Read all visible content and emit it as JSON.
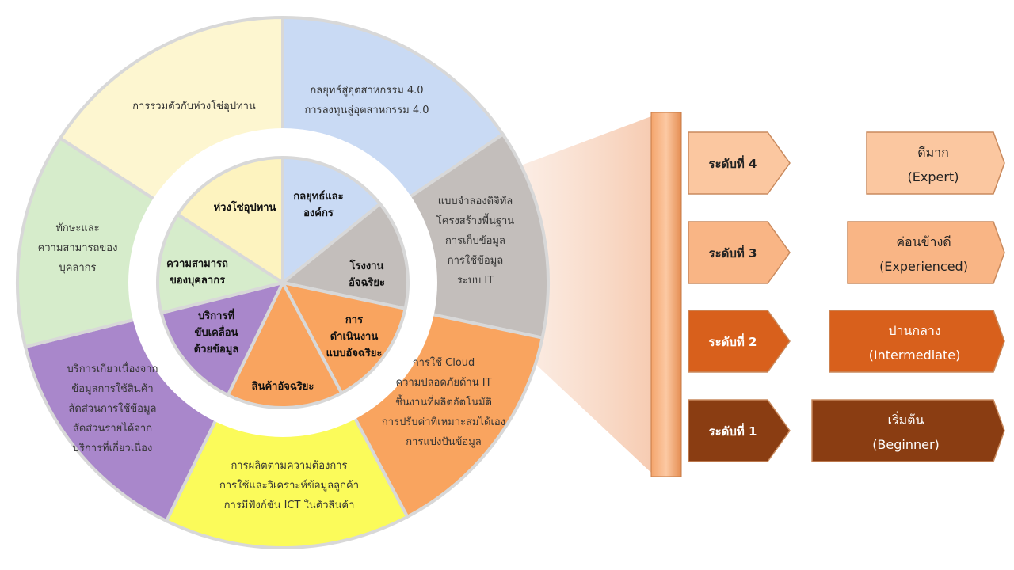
{
  "wheel": {
    "outer": [
      {
        "id": "strategy",
        "color": "#c9daf4",
        "lines": [
          "กลยุทธ์สู่อุตสาหกรรม 4.0",
          "การลงทุนสู่อุตสาหกรรม 4.0"
        ]
      },
      {
        "id": "factory",
        "color": "#c3bebb",
        "lines": [
          "แบบจำลองดิจิทัล",
          "โครงสร้างพื้นฐาน",
          "การเก็บข้อมูล",
          "การใช้ข้อมูล",
          "ระบบ IT"
        ]
      },
      {
        "id": "operations",
        "color": "#f9a45f",
        "lines": [
          "การใช้  Cloud",
          "ความปลอดภัยด้าน  IT",
          "ชิ้นงานที่ผลิตอัตโนมัติ",
          "การปรับค่าที่เหมาะสมได้เอง",
          "การแบ่งปันข้อมูล"
        ]
      },
      {
        "id": "products",
        "color": "#fbfb5a",
        "lines": [
          "การผลิตตามความต้องการ",
          "การใช้และวิเคราะห์ข้อมูลลูกค้า",
          "การมีฟังก์ชัน ICT ในตัวสินค้า"
        ]
      },
      {
        "id": "data-services",
        "color": "#a987cb",
        "lines": [
          "บริการเกี่ยวเนื่องจาก",
          "ข้อมูลการใช้สินค้า",
          "สัดส่วนการใช้ข้อมูล",
          "สัดส่วนรายได้จาก",
          "บริการที่เกี่ยวเนื่อง"
        ]
      },
      {
        "id": "employees",
        "color": "#d6eccb",
        "lines": [
          "ทักษะและ",
          "ความสามารถของ",
          "บุคลากร"
        ]
      },
      {
        "id": "supply-chain",
        "color": "#fdf6d0",
        "lines": [
          "การรวมตัวกับห่วงโซ่อุปทาน"
        ]
      }
    ],
    "inner": [
      {
        "id": "strategy",
        "color": "#c9daf4",
        "lines": [
          "กลยุทธ์และ",
          "องค์กร"
        ]
      },
      {
        "id": "factory",
        "color": "#c3bebb",
        "lines": [
          "โรงงาน",
          "อัจฉริยะ"
        ]
      },
      {
        "id": "operations",
        "color": "#f9a45f",
        "lines": [
          "การ",
          "ดำเนินงาน",
          "แบบอัจฉริยะ"
        ]
      },
      {
        "id": "products",
        "color": "#f9a45f",
        "lines": [
          "สินค้าอัจฉริยะ"
        ]
      },
      {
        "id": "data-services",
        "color": "#a987cb",
        "lines": [
          "บริการที่",
          "ขับเคลื่อน",
          "ด้วยข้อมูล"
        ]
      },
      {
        "id": "employees",
        "color": "#d6eccb",
        "lines": [
          "ความสามารถ",
          "ของบุคลากร"
        ]
      },
      {
        "id": "supply-chain",
        "color": "#fdf3bf",
        "lines": [
          "ห่วงโซ่อุปทาน"
        ]
      }
    ]
  },
  "levels": [
    {
      "label": "ระดับที่ 4",
      "result": "ดีมาก",
      "result_en": "(Expert)",
      "color": "#fbc7a0",
      "text_color": "#222222"
    },
    {
      "label": "ระดับที่ 3",
      "result": "ค่อนข้างดี",
      "result_en": "(Experienced)",
      "color": "#f9b585",
      "text_color": "#222222"
    },
    {
      "label": "ระดับที่ 2",
      "result": "ปานกลาง",
      "result_en": "(Intermediate)",
      "color": "#d8601c",
      "text_color": "#ffffff"
    },
    {
      "label": "ระดับที่ 1",
      "result": "เริ่มต้น",
      "result_en": "(Beginner)",
      "color": "#8a3d12",
      "text_color": "#ffffff"
    }
  ],
  "colors": {
    "bar": "#f7b381",
    "funnel": "#f8d7c4"
  }
}
